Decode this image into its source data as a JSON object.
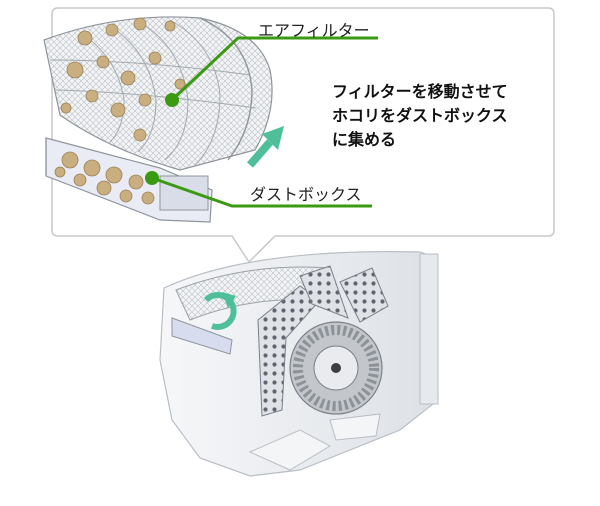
{
  "callout": {
    "labels": {
      "air_filter": "エアフィルター",
      "dust_box": "ダストボックス"
    },
    "message_lines": [
      "フィルターを移動させて",
      "ホコリをダストボックス",
      "に集める"
    ]
  },
  "colors": {
    "leader_line": "#3a9a12",
    "leader_dot": "#3a9a12",
    "arrow": "#4fbf9a",
    "callout_border": "#c8c8c8",
    "dust": "#c9ae80",
    "unit_body": "#eef0f3",
    "fan": "#9aa0a6"
  },
  "icons": {
    "move_arrow": "arrow-up-right-icon",
    "rotate_arrow": "rotate-clockwise-icon"
  }
}
